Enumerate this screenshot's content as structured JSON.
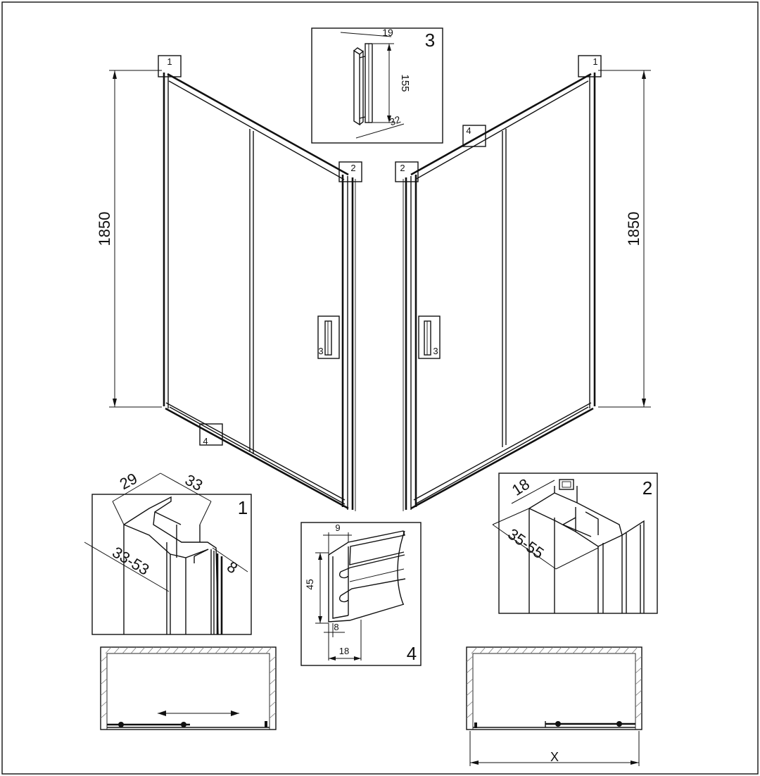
{
  "callouts": {
    "corner_top_left": "1",
    "corner_top_right": "1",
    "corner_mid_left": "2",
    "corner_mid_right": "2",
    "handle_left": "3",
    "handle_right": "3",
    "rail_bottom": "4",
    "rail_top": "4"
  },
  "elevation": {
    "height_left": "1850",
    "height_right": "1850"
  },
  "detail_handle": {
    "number": "3",
    "depth": "19",
    "length": "155",
    "spacing": "32"
  },
  "detail_corner_profile": {
    "number": "1",
    "width_a": "29",
    "width_b": "33",
    "adjust_range": "33-53",
    "thickness": "8"
  },
  "detail_wall_profile": {
    "number": "2",
    "depth": "18",
    "adjust_range": "35-55"
  },
  "detail_rail": {
    "number": "4",
    "top_width": "9",
    "height": "45",
    "lip": "8",
    "width": "18"
  },
  "plan_right": {
    "width_label": "X"
  }
}
